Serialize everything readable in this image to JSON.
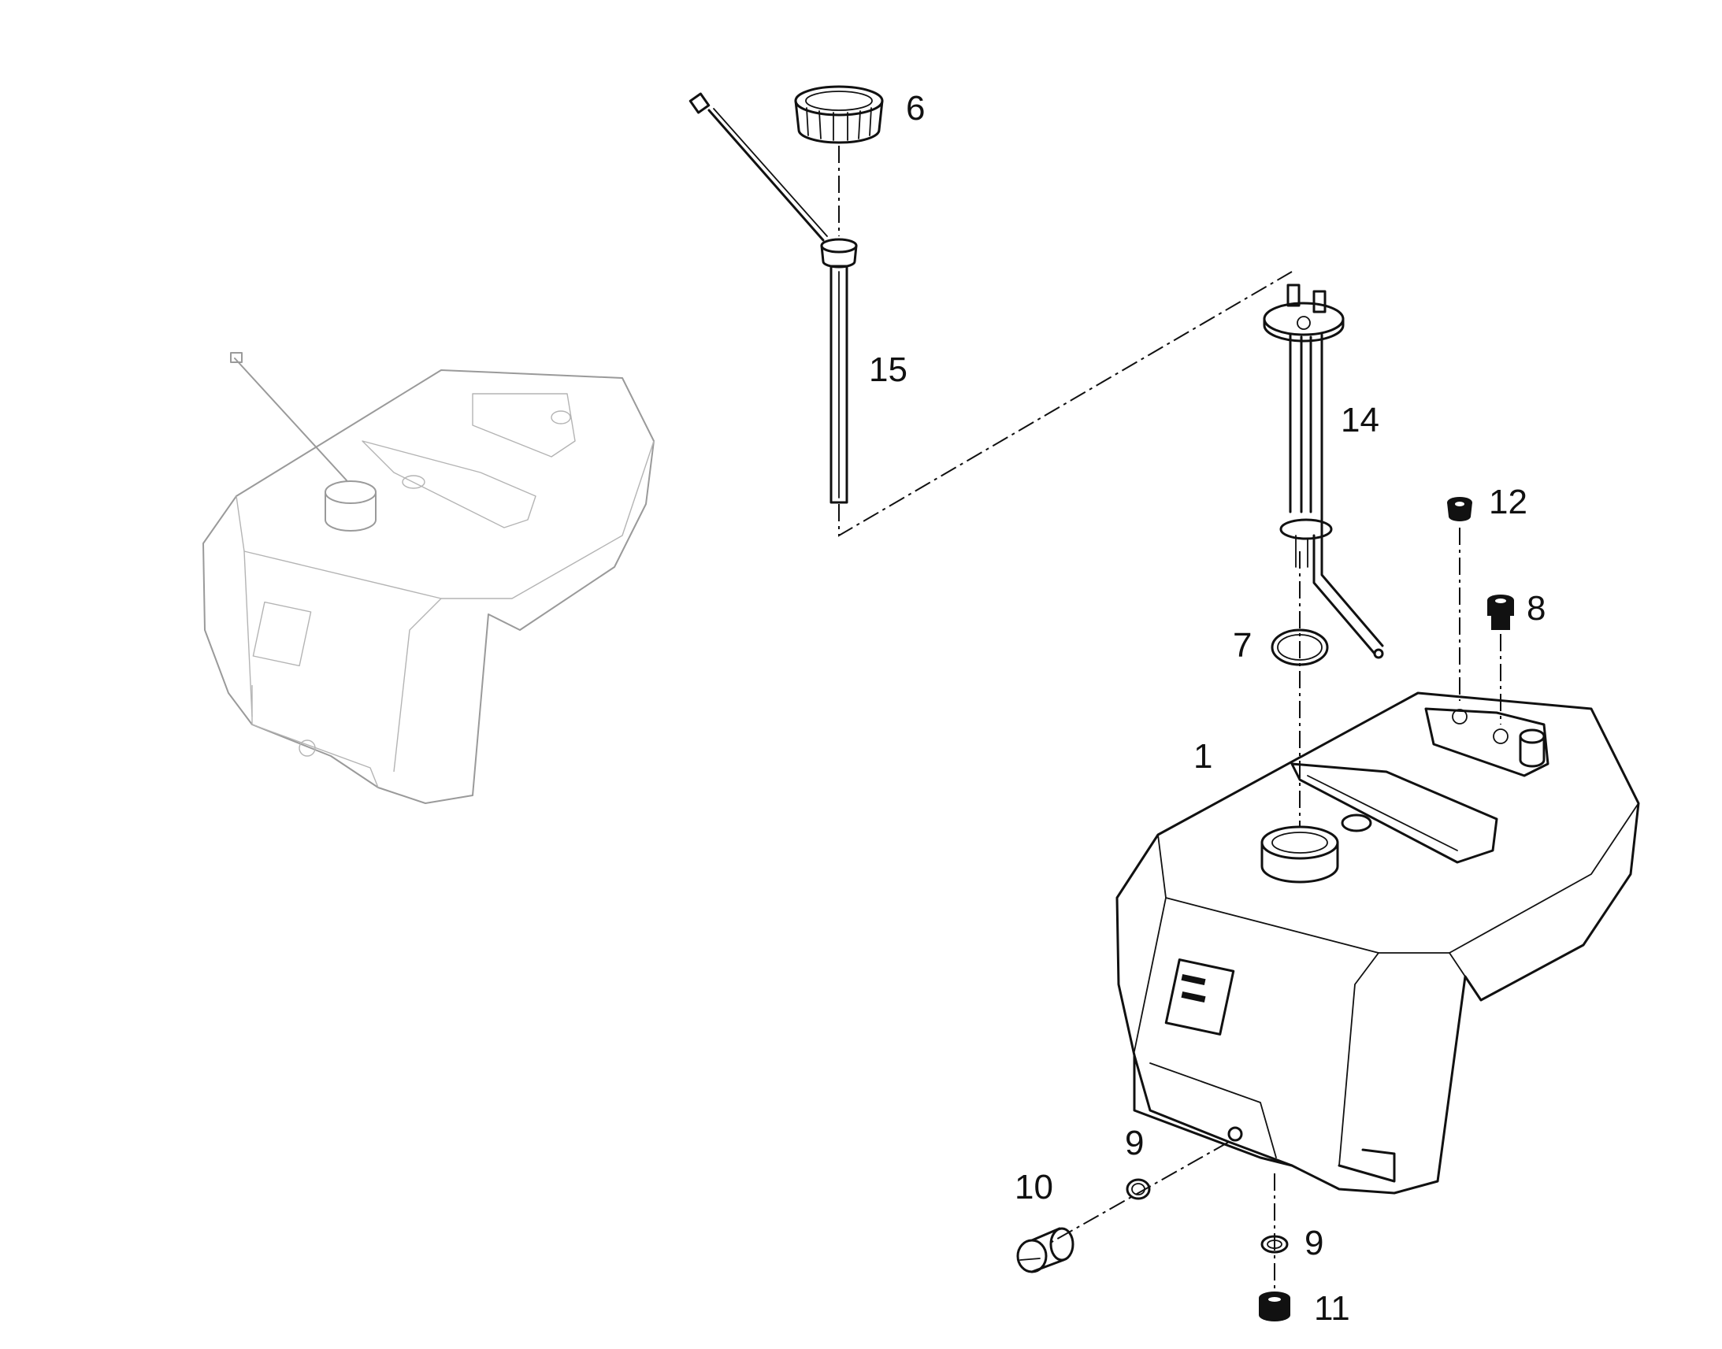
{
  "callouts": {
    "c1": "1",
    "c6": "6",
    "c7": "7",
    "c8": "8",
    "c9a": "9",
    "c9b": "9",
    "c10": "10",
    "c11": "11",
    "c12": "12",
    "c14": "14",
    "c15": "15"
  },
  "colors": {
    "ink": "#111111",
    "ghost": "#9a9a9a",
    "background": "#ffffff"
  }
}
